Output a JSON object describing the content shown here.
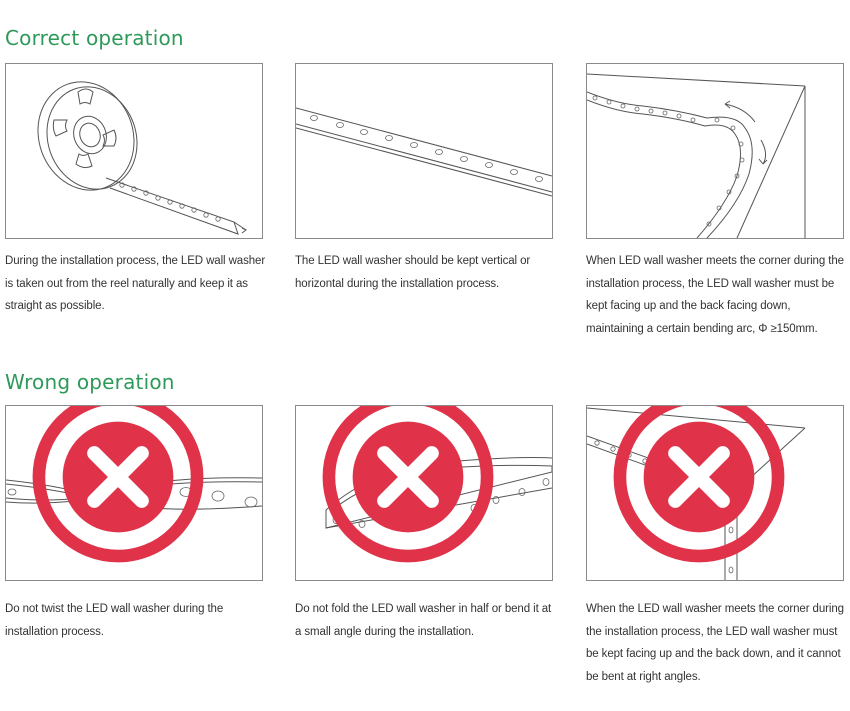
{
  "correct": {
    "title": "Correct operation",
    "items": [
      {
        "caption": "During the installation process, the LED wall washer is taken out from the reel naturally and keep it as straight as possible."
      },
      {
        "caption": "The LED wall washer should be kept vertical or horizontal during the installation process."
      },
      {
        "caption": "When LED wall washer meets the corner during the installation process, the LED wall washer must be kept facing up and the back facing down, maintaining a certain bending arc, Φ ≥150mm."
      }
    ]
  },
  "wrong": {
    "title": "Wrong operation",
    "items": [
      {
        "caption": "Do not twist the LED wall washer during the installation process.",
        "badge_icon": "wrong-x-icon"
      },
      {
        "caption": "Do not fold the LED wall washer in half or bend it at a small angle during the installation.",
        "badge_icon": "wrong-x-icon"
      },
      {
        "caption": "When the LED wall washer meets the corner during the installation process, the LED wall washer must be kept facing up and the back down, and it cannot be bent at right angles.",
        "badge_icon": "wrong-x-icon"
      }
    ]
  },
  "colors": {
    "heading": "#2d9a5a",
    "wrong_badge": "#e0334a",
    "line": "#555555"
  }
}
